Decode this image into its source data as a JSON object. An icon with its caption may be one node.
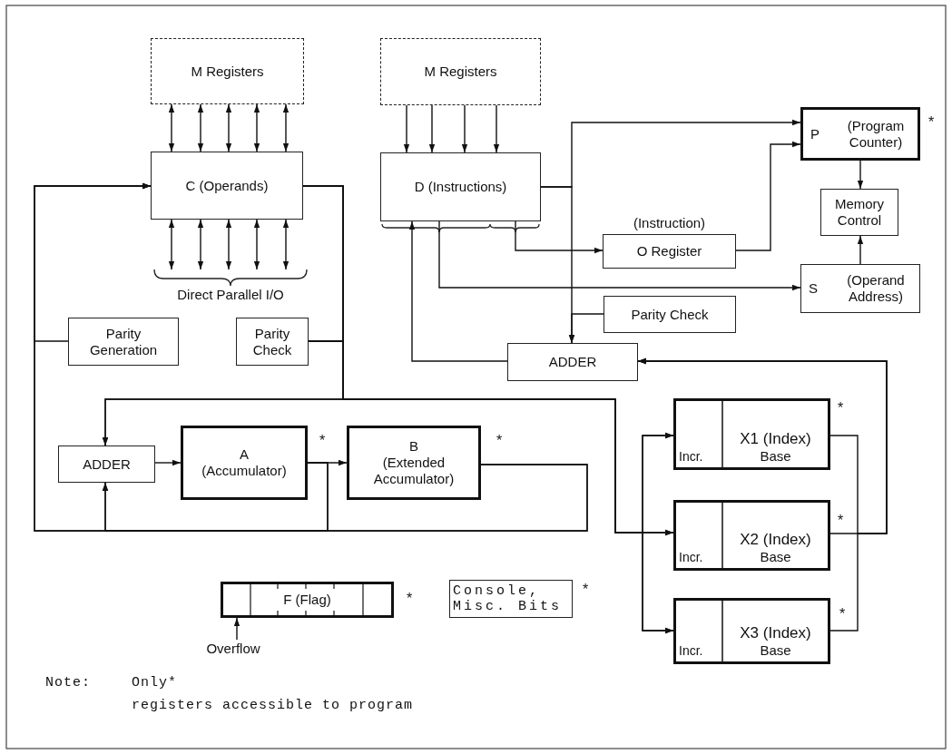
{
  "diagram": {
    "nodes": [
      {
        "text": [
          "M Registers"
        ]
      },
      {
        "text": [
          "M Registers"
        ]
      },
      {
        "text": [
          "C (Operands)"
        ]
      },
      {
        "text": [
          "D (Instructions)"
        ]
      },
      {
        "text": [
          "P",
          "(Program Counter)"
        ],
        "beside": [
          "*"
        ]
      },
      {
        "text": [
          "Memory Control"
        ]
      },
      {
        "text": [
          "(Instruction)",
          "O Register"
        ]
      },
      {
        "text": [
          "S",
          "(Operand Address)"
        ]
      },
      {
        "text": [
          "Parity Check"
        ]
      },
      {
        "text": [
          "ADDER"
        ]
      },
      {
        "text": [
          "Parity Generation"
        ]
      },
      {
        "text": [
          "Parity Check"
        ]
      },
      {
        "text": [
          "ADDER"
        ]
      },
      {
        "text": [
          "A",
          "(Accumulator)"
        ],
        "beside": [
          "*"
        ]
      },
      {
        "text": [
          "B",
          "(Extended Accumulator)"
        ],
        "beside": [
          "*"
        ]
      },
      {
        "text": [
          "Incr.",
          "X1 (Index)",
          "Base"
        ],
        "beside": [
          "*"
        ]
      },
      {
        "text": [
          "Incr.",
          "X2 (Index)",
          "Base"
        ],
        "beside": [
          "*"
        ]
      },
      {
        "text": [
          "Incr.",
          "X3 (Index)",
          "Base"
        ],
        "beside": [
          "*"
        ]
      },
      {
        "text": [
          "F (Flag)"
        ],
        "beside": [
          "*"
        ]
      },
      {
        "text": [
          "Console, Misc. Bits"
        ],
        "beside": [
          "*"
        ]
      },
      {
        "text": [
          "Overflow"
        ]
      },
      {
        "text": [
          "Direct Parallel I/O"
        ]
      }
    ],
    "edges": [
      {
        "from": 0,
        "to": 2,
        "arrow": "both"
      },
      {
        "from": 0,
        "to": 2,
        "arrow": "both"
      },
      {
        "from": 0,
        "to": 2,
        "arrow": "both"
      },
      {
        "from": 0,
        "to": 2,
        "arrow": "both"
      },
      {
        "from": 0,
        "to": 2,
        "arrow": "both"
      },
      {
        "from": 2,
        "to": 21,
        "arrow": "both"
      },
      {
        "from": 2,
        "to": 21,
        "arrow": "both"
      },
      {
        "from": 2,
        "to": 21,
        "arrow": "both"
      },
      {
        "from": 2,
        "to": 21,
        "arrow": "both"
      },
      {
        "from": 2,
        "to": 21,
        "arrow": "both"
      },
      {
        "from": 1,
        "to": 3,
        "arrow": "to"
      },
      {
        "from": 1,
        "to": 3,
        "arrow": "to"
      },
      {
        "from": 1,
        "to": 3,
        "arrow": "to"
      },
      {
        "from": 1,
        "to": 3,
        "arrow": "to"
      },
      {
        "from": 3,
        "to": 4,
        "arrow": "to"
      },
      {
        "from": 3,
        "to": 9,
        "arrow": "to"
      },
      {
        "from": 3,
        "to": 6,
        "arrow": "to"
      },
      {
        "from": 3,
        "to": 7,
        "arrow": "to"
      },
      {
        "from": 6,
        "to": 4,
        "arrow": "to"
      },
      {
        "from": 4,
        "to": 5,
        "arrow": "to"
      },
      {
        "from": 7,
        "to": 5,
        "arrow": "to"
      },
      {
        "from": 8,
        "to": 9,
        "arrow": "to"
      },
      {
        "from": 9,
        "to": 3,
        "arrow": "to"
      },
      {
        "from": 15,
        "to": 9,
        "arrow": "to"
      },
      {
        "from": 16,
        "to": 9,
        "arrow": "to"
      },
      {
        "from": 17,
        "to": 9,
        "arrow": "to"
      },
      {
        "from": 2,
        "to": 12,
        "arrow": "to"
      },
      {
        "from": 2,
        "to": 15,
        "arrow": "to"
      },
      {
        "from": 2,
        "to": 16,
        "arrow": "to"
      },
      {
        "from": 2,
        "to": 17,
        "arrow": "to"
      },
      {
        "from": 11,
        "to": 12,
        "arrow": "to"
      },
      {
        "from": 11,
        "to": 15,
        "arrow": "to"
      },
      {
        "from": 11,
        "to": 16,
        "arrow": "to"
      },
      {
        "from": 11,
        "to": 17,
        "arrow": "to"
      },
      {
        "from": 12,
        "to": 13,
        "arrow": "to"
      },
      {
        "from": 13,
        "to": 14,
        "arrow": "to"
      },
      {
        "from": 13,
        "to": 12,
        "arrow": "to"
      },
      {
        "from": 13,
        "to": 2,
        "arrow": "to"
      },
      {
        "from": 14,
        "to": 12,
        "arrow": "to"
      },
      {
        "from": 14,
        "to": 2,
        "arrow": "to"
      },
      {
        "from": 10,
        "to": 2,
        "arrow": "to"
      },
      {
        "from": 20,
        "to": 18,
        "arrow": "to"
      }
    ],
    "labels": [
      "Note:",
      "Only*",
      "registers accessible to program"
    ]
  }
}
